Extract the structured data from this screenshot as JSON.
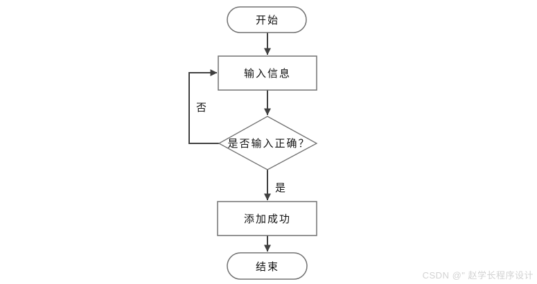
{
  "diagram": {
    "type": "flowchart",
    "nodes": {
      "start": {
        "label": "开始",
        "shape": "terminator"
      },
      "input": {
        "label": "输入信息",
        "shape": "process"
      },
      "decision": {
        "label": "是否输入正确？",
        "shape": "decision"
      },
      "success": {
        "label": "添加成功",
        "shape": "process"
      },
      "end": {
        "label": "结束",
        "shape": "terminator"
      }
    },
    "edges": [
      {
        "from": "start",
        "to": "input",
        "label": ""
      },
      {
        "from": "input",
        "to": "decision",
        "label": ""
      },
      {
        "from": "decision",
        "to": "success",
        "label": "是"
      },
      {
        "from": "decision",
        "to": "input",
        "label": "否"
      },
      {
        "from": "success",
        "to": "end",
        "label": ""
      }
    ],
    "branch_labels": {
      "yes": "是",
      "no": "否"
    }
  },
  "watermark": {
    "text": "CSDN @\" 赵学长程序设计"
  },
  "colors": {
    "background": "#ffffff",
    "shape_border": "#707070",
    "arrow": "#404040",
    "text": "#111111",
    "watermark": "#d2d2d2"
  }
}
